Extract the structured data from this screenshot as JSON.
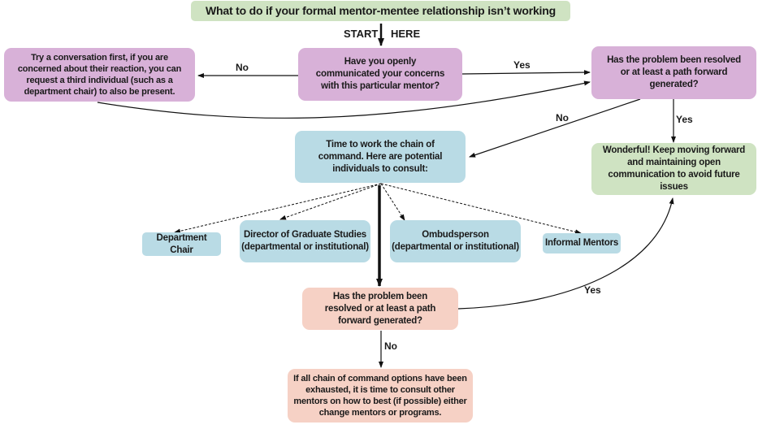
{
  "title": "What to do if your formal mentor-mentee relationship isn’t working",
  "start_labels": {
    "left": "START",
    "right": "HERE"
  },
  "nodes": {
    "try_conversation": "Try a conversation first, if you are concerned about their reaction, you can request a third individual (such as a department chair) to also be present.",
    "communicated": "Have you openly communicated your concerns with this particular mentor?",
    "resolved_1": "Has the problem been resolved or at least a path forward generated?",
    "chain_of_command": "Time to work the chain of command. Here are potential individuals to consult:",
    "wonderful": "Wonderful! Keep moving forward and maintaining open communication to avoid future issues",
    "department_chair": "Department Chair",
    "dgs_line1": "Director of Graduate Studies",
    "dgs_line2": "(departmental or institutional)",
    "ombuds_line1": "Ombudsperson",
    "ombuds_line2": "(departmental or institutional)",
    "informal_mentors": "Informal Mentors",
    "resolved_2": "Has the problem been resolved or at least a path forward generated?",
    "exhausted": "If all chain of command options have been exhausted, it is time to consult other mentors on how to best (if possible) either change mentors or programs."
  },
  "edge_labels": {
    "communicated_no": "No",
    "communicated_yes": "Yes",
    "resolved1_no": "No",
    "resolved1_yes": "Yes",
    "resolved2_yes": "Yes",
    "resolved2_no": "No"
  },
  "colors": {
    "purple": "#d8b1d8",
    "blue": "#b9dbe5",
    "green": "#cfe3c2",
    "pink": "#f6d1c5"
  }
}
